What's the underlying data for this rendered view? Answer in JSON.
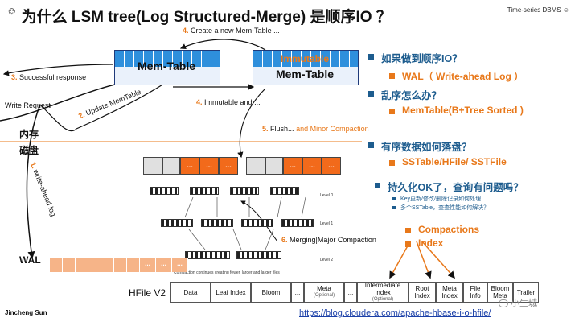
{
  "title": {
    "text": "为什么 LSM tree(Log Structured-Merge) 是顺序IO ？",
    "corner_label": "Time-series DBMS ☺"
  },
  "diagram": {
    "mem_table_label": "Mem-Table",
    "immutable_label": "Immutable",
    "immutable_mem_table_label": "Mem-Table",
    "step1": "write-ahead log",
    "step1_num": "1.",
    "step2": "Update MemTable",
    "step2_num": "2.",
    "step3": "Successful response",
    "step3_num": "3.",
    "step4a": "Create a new Mem-Table ...",
    "step4a_num": "4.",
    "step4b": "Immutable and ...",
    "step4b_num": "4.",
    "step5": "Flush...",
    "step5_num": "5.",
    "step5_extra": "and Minor Compaction",
    "step6": "Merging|Major Compaction",
    "step6_num": "6.",
    "write_request": "Write Request",
    "memory_label": "内存",
    "disk_label": "磁盘",
    "wal_label": "WAL",
    "ellipsis": "...",
    "sst_dots": "...",
    "level0": "Level 0",
    "level1": "Level 1",
    "level2": "Level 2",
    "compaction_caption": "Compaction continues creating fewer, larger and larger files",
    "hfile_label": "HFile V2"
  },
  "hfile": [
    {
      "label": "Data",
      "sub": ""
    },
    {
      "label": "Leaf Index",
      "sub": ""
    },
    {
      "label": "Bloom",
      "sub": ""
    },
    {
      "label": "...",
      "sub": ""
    },
    {
      "label": "Meta",
      "sub": "(Optional)"
    },
    {
      "label": "...",
      "sub": ""
    },
    {
      "label": "Intermediate Index",
      "sub": "(Optional)"
    },
    {
      "label": "Root Index",
      "sub": ""
    },
    {
      "label": "Meta Index",
      "sub": ""
    },
    {
      "label": "File Info",
      "sub": ""
    },
    {
      "label": "Bloom Meta",
      "sub": ""
    },
    {
      "label": "Trailer",
      "sub": ""
    }
  ],
  "qa": {
    "q1": "如果做到顺序IO？",
    "a1": "WAL（ Write-ahead Log ）",
    "q2": "乱序怎么办？",
    "a2": "MemTable(B+Tree Sorted )",
    "q3": "有序数据如何落盘？",
    "a3": "SSTable/HFile/ SSTFile",
    "q4": "持久化OK了，查询有问题吗？",
    "q4_sub1": "Key更新/修改/删除记录如何处理",
    "q4_sub2": "多个SSTable，查查性能如何解决？",
    "a4a": "Compactions",
    "a4b": "Index"
  },
  "footer": {
    "author": "Jincheng Sun",
    "url": "https://blog.cloudera.com/apache-hbase-i-o-hfile/",
    "watermark": "小生城"
  },
  "colors": {
    "accent_orange": "#e8781a",
    "accent_blue": "#1d5c8e",
    "memtable_blue": "#2e8fdc",
    "link_blue": "#1a3fa8"
  }
}
